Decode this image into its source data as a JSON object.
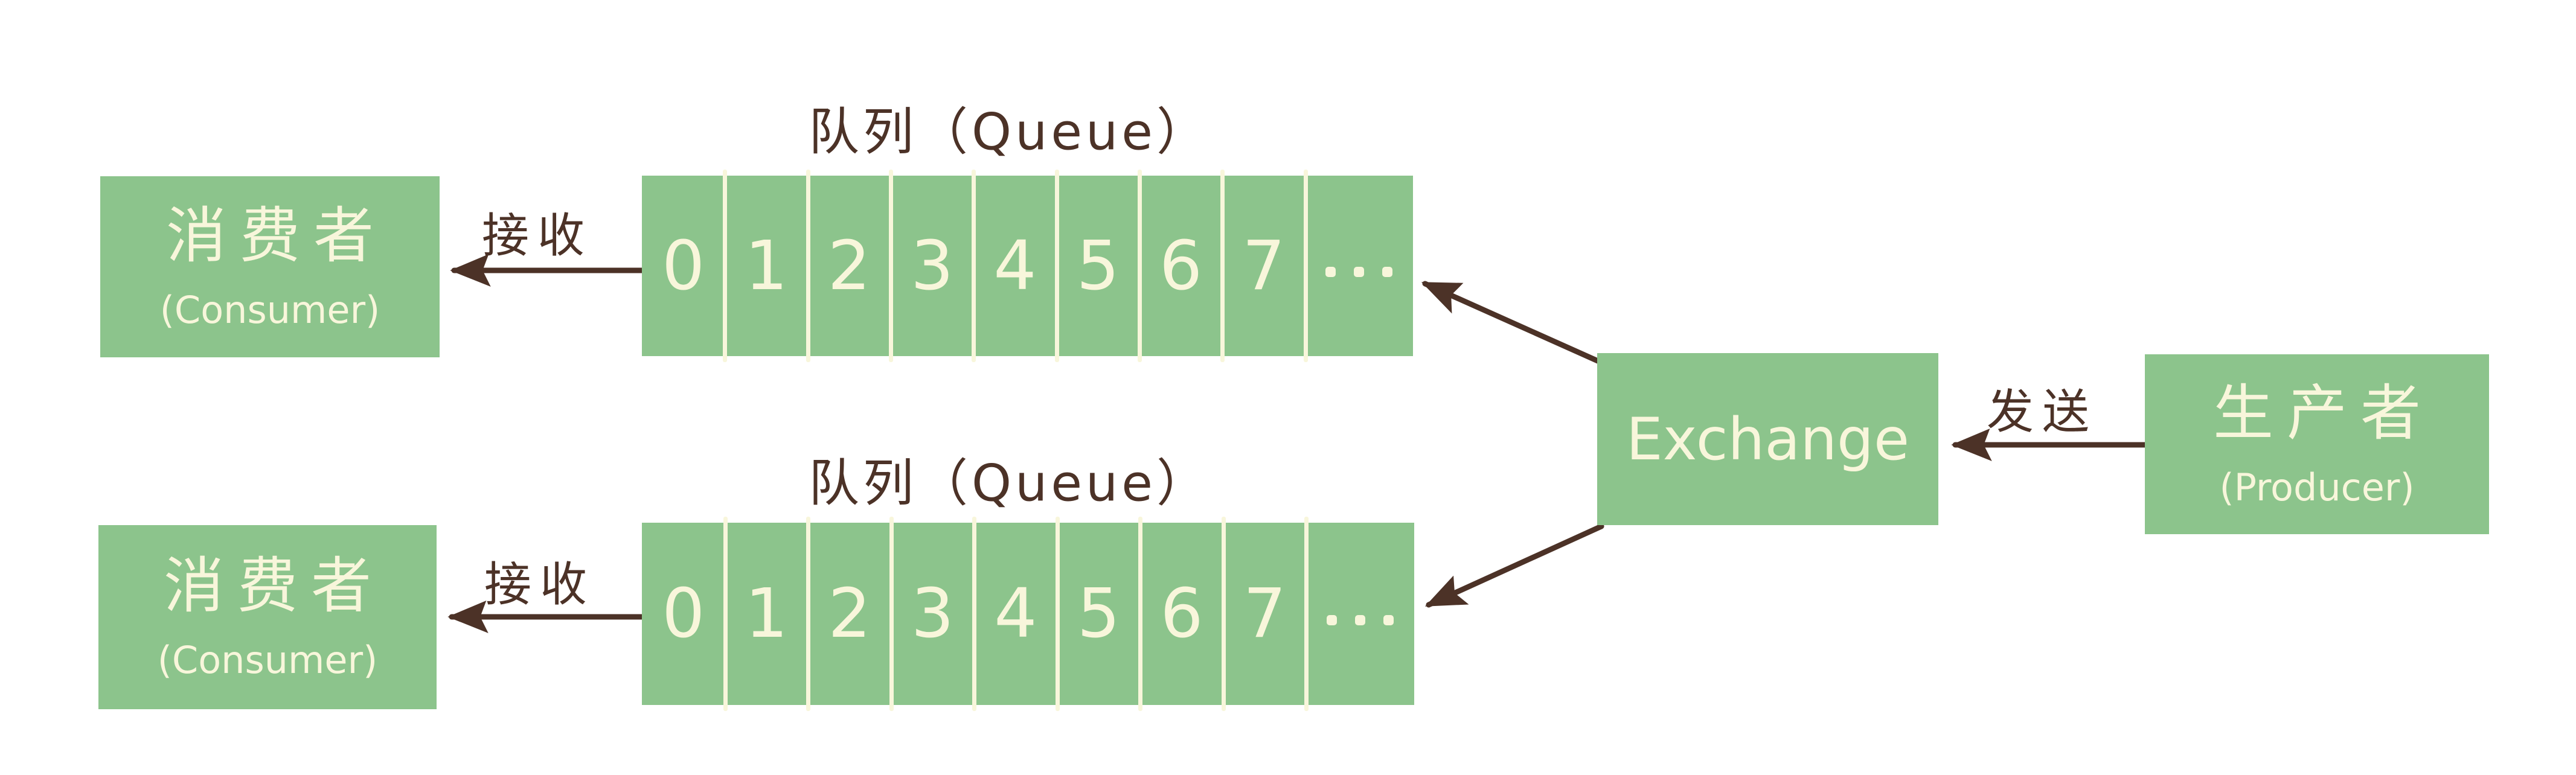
{
  "colors": {
    "box_green": "#8CC48C",
    "text_cream": "#F8F6DB",
    "ink_brown": "#4C3227",
    "background": "#FFFFFF"
  },
  "consumer_top": {
    "name_zh": "消费者",
    "name_en": "(Consumer)"
  },
  "consumer_bottom": {
    "name_zh": "消费者",
    "name_en": "(Consumer)"
  },
  "queue_top": {
    "label": "队列（Queue）",
    "cells": [
      "0",
      "1",
      "2",
      "3",
      "4",
      "5",
      "6",
      "7"
    ],
    "ellipsis": "..."
  },
  "queue_bottom": {
    "label": "队列（Queue）",
    "cells": [
      "0",
      "1",
      "2",
      "3",
      "4",
      "5",
      "6",
      "7"
    ],
    "ellipsis": "..."
  },
  "exchange": {
    "label": "Exchange"
  },
  "producer": {
    "name_zh": "生产者",
    "name_en": "(Producer)"
  },
  "edge_labels": {
    "receive_top": "接收",
    "receive_bottom": "接收",
    "send": "发送"
  }
}
